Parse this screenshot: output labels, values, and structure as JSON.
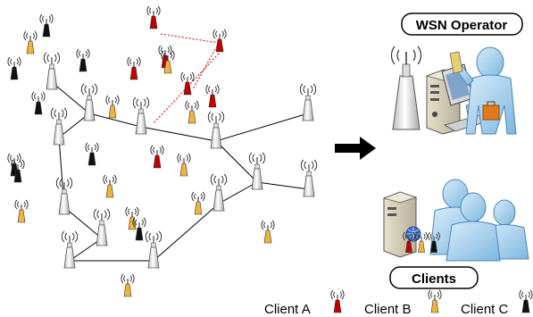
{
  "operator_label": "WSN Operator",
  "clients_label": "Clients",
  "legend": [
    {
      "label": "Client A",
      "color": "#c00000"
    },
    {
      "label": "Client B",
      "color": "#f0b43c"
    },
    {
      "label": "Client C",
      "color": "#111111"
    }
  ],
  "colors": {
    "client_a": "#c00000",
    "client_b": "#f0b43c",
    "client_c": "#111111",
    "gateway": "#f2f2f2",
    "link": "#000000",
    "private_link": "#e02020",
    "arrow": "#000000"
  },
  "icons": [
    "sensor-node-icon",
    "gateway-node-icon",
    "server-icon",
    "workstation-icon",
    "operator-person-icon",
    "clients-group-icon",
    "right-arrow-icon"
  ]
}
